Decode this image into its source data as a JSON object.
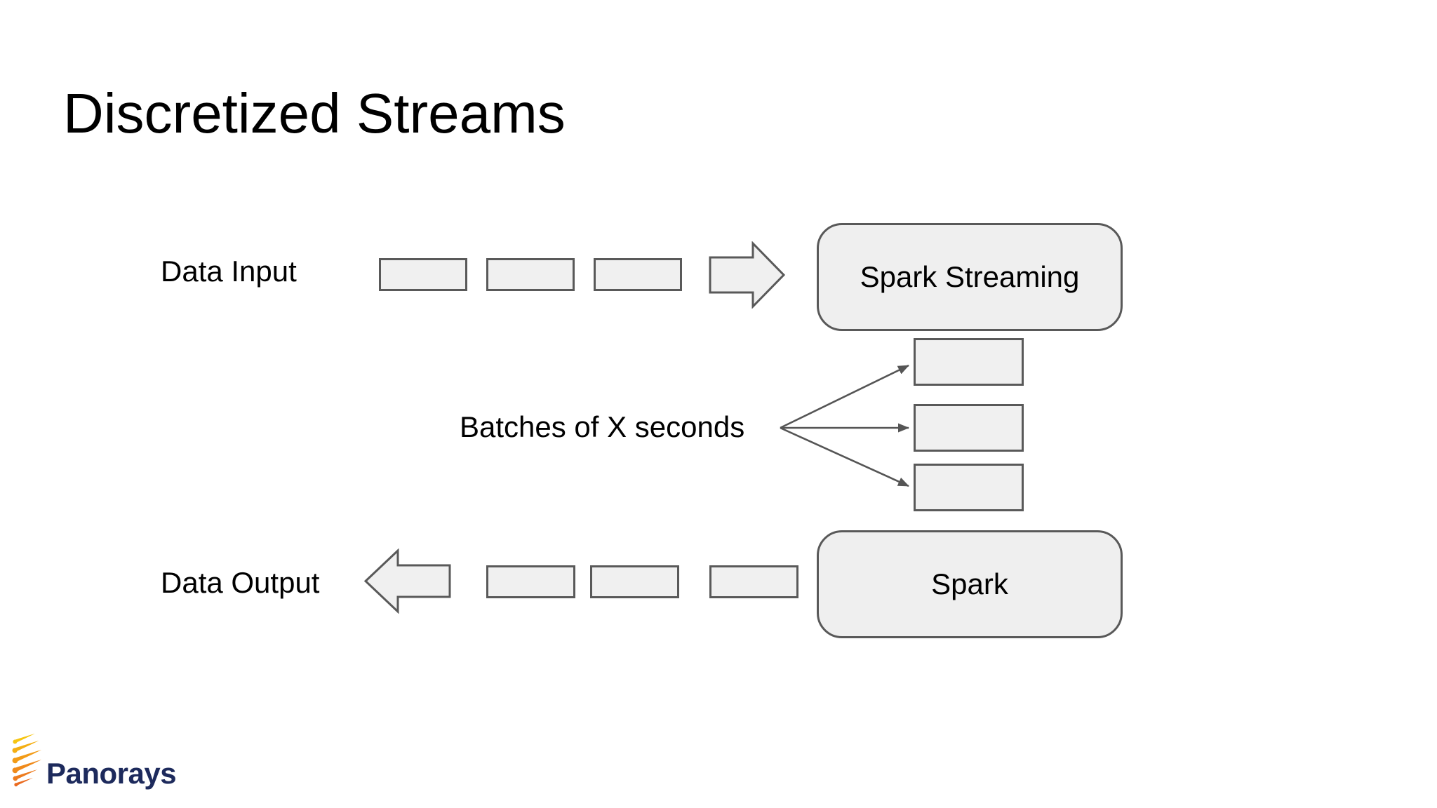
{
  "slide": {
    "title": "Discretized Streams",
    "background_color": "#ffffff"
  },
  "diagram": {
    "input_row": {
      "label": "Data Input",
      "block_count": 3,
      "arrow_direction": "right",
      "arrow_target": "Spark Streaming"
    },
    "batches": {
      "label": "Batches of X seconds",
      "block_count": 3,
      "arrow_count": 3
    },
    "output_row": {
      "label": "Data Output",
      "block_count": 3,
      "arrow_direction": "left",
      "arrow_source": "Spark"
    },
    "nodes": {
      "spark_streaming_label": "Spark Streaming",
      "spark_label": "Spark"
    },
    "colors": {
      "block_fill": "#f0f0f0",
      "block_border": "#595959",
      "node_fill": "#efefef",
      "node_border": "#595959",
      "connector": "#555555"
    }
  },
  "footer": {
    "brand": "Panorays",
    "brand_color": "#1d2a5c",
    "ray_colors": [
      "#f6c511",
      "#f4ae13",
      "#f29b17",
      "#ef8a1b",
      "#ed7b1e",
      "#ea6b20"
    ]
  }
}
